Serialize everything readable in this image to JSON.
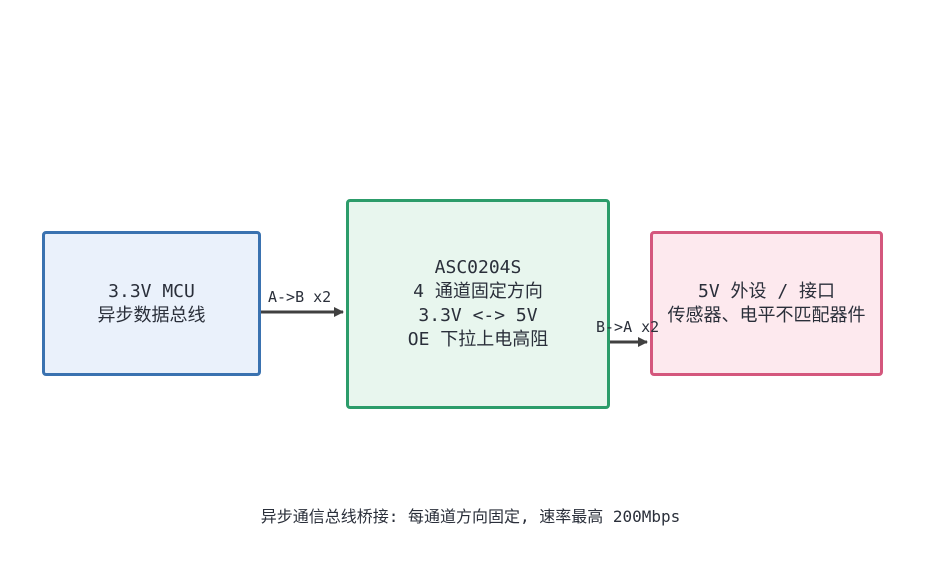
{
  "nodes": {
    "mcu": {
      "line1": "3.3V MCU",
      "line2": "异步数据总线"
    },
    "bridge": {
      "line1": "ASC0204S",
      "line2": "4 通道固定方向",
      "line3": "3.3V <-> 5V",
      "line4": "OE 下拉上电高阻"
    },
    "peripheral": {
      "line1": "5V 外设 / 接口",
      "line2": "传感器、电平不匹配器件"
    }
  },
  "edges": {
    "a_to_b": "A->B x2",
    "b_to_a": "B->A x2"
  },
  "caption": "异步通信总线桥接: 每通道方向固定, 速率最高 200Mbps",
  "colors": {
    "mcu_border": "#3a72b0",
    "mcu_fill": "#eaf1fb",
    "bridge_border": "#2c9c6a",
    "bridge_fill": "#e8f6ee",
    "peripheral_border": "#d4577d",
    "peripheral_fill": "#fde9ee",
    "arrow": "#404040"
  }
}
